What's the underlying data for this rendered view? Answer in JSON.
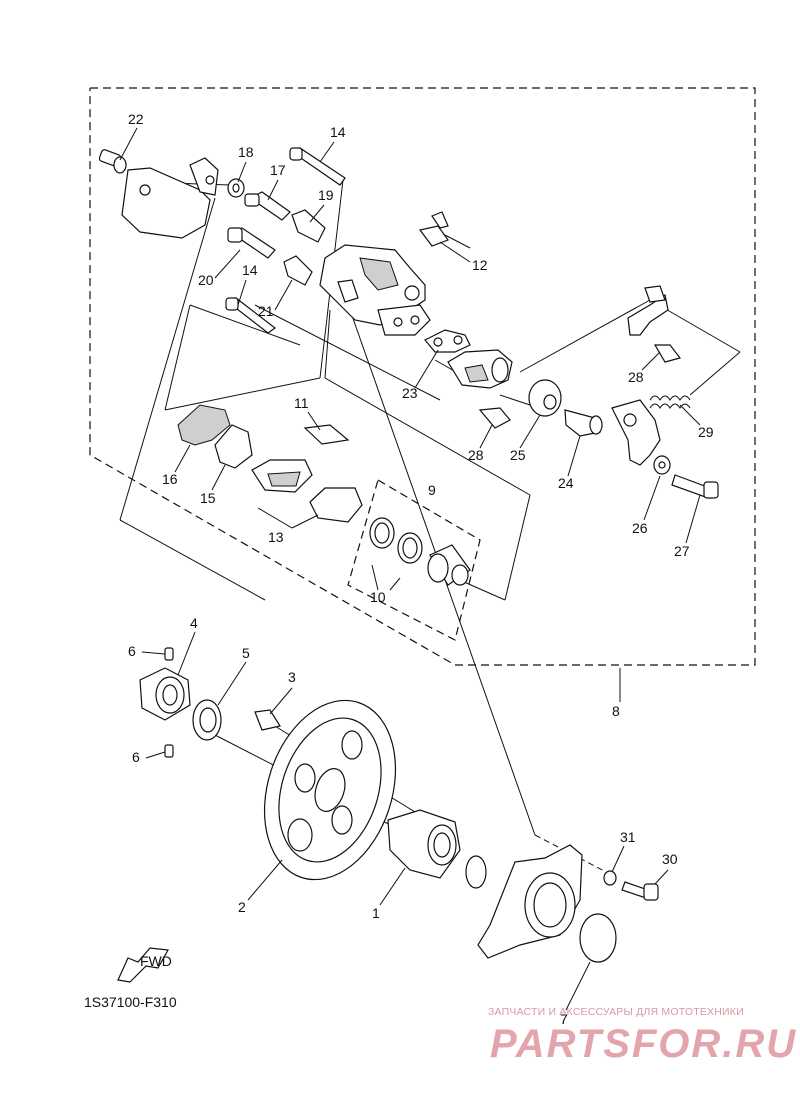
{
  "diagram_code": "1S37100-F310",
  "fwd_label": "FWD",
  "watermark": {
    "tagline": "ЗАПЧАСТИ И АКСЕССУАРЫ ДЛЯ МОТОТЕХНИКИ",
    "logo_text": "PARTSFOR.RU"
  },
  "callouts": {
    "c1": "1",
    "c2": "2",
    "c3": "3",
    "c4": "4",
    "c5": "5",
    "c6a": "6",
    "c6b": "6",
    "c7": "7",
    "c8": "8",
    "c9": "9",
    "c10": "10",
    "c11": "11",
    "c12": "12",
    "c13": "13",
    "c14a": "14",
    "c14b": "14",
    "c15": "15",
    "c16": "16",
    "c17": "17",
    "c18": "18",
    "c19": "19",
    "c20": "20",
    "c21": "21",
    "c22": "22",
    "c23": "23",
    "c24": "24",
    "c25": "25",
    "c26": "26",
    "c27": "27",
    "c28a": "28",
    "c28b": "28",
    "c29": "29",
    "c30": "30",
    "c31": "31"
  }
}
